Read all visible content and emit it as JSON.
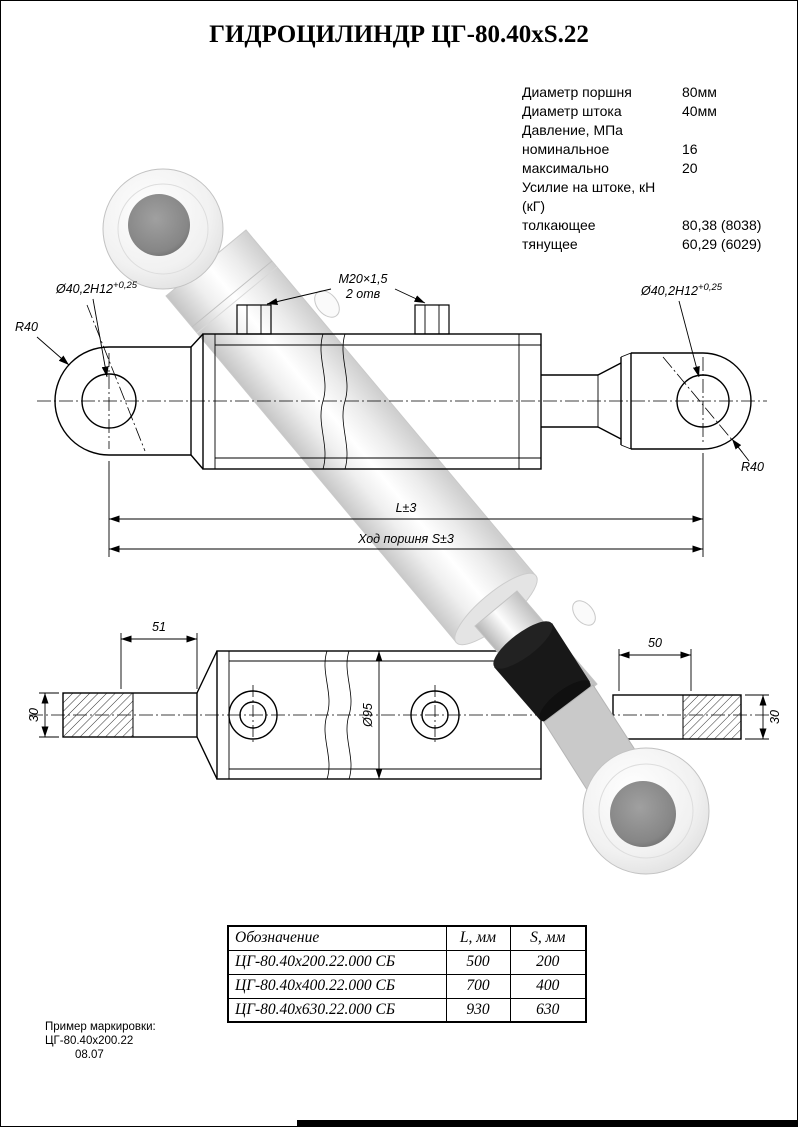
{
  "page": {
    "title": "ГИДРОЦИЛИНДР ЦГ-80.40xS.22"
  },
  "specs": [
    {
      "label": "Диаметр поршня",
      "value": "80мм"
    },
    {
      "label": "Диаметр штока",
      "value": "40мм"
    },
    {
      "label": "Давление, МПа",
      "value": ""
    },
    {
      "label": "номинальное",
      "value": "16"
    },
    {
      "label": "максимально",
      "value": "20"
    },
    {
      "label": "Усилие на штоке, кН (кГ)",
      "value": ""
    },
    {
      "label": "толкающее",
      "value": "80,38 (8038)"
    },
    {
      "label": "тянущее",
      "value": "60,29 (6029)"
    }
  ],
  "drawing": {
    "dia_left": "Ø40,2H12",
    "dia_left_tol": "+0,25",
    "dia_right": "Ø40,2H12",
    "dia_right_tol": "+0,25",
    "r_left": "R40",
    "r_right": "R40",
    "thread": "M20×1,5",
    "thread_note": "2 отв",
    "dim_length": "L±3",
    "dim_stroke": "Ход поршня S±3",
    "dim_51": "51",
    "dim_50": "50",
    "dim_30_left": "30",
    "dim_30_right": "30",
    "dim_dia95": "Ø95"
  },
  "table": {
    "headers": [
      "Обозначение",
      "L, мм",
      "S, мм"
    ],
    "rows": [
      {
        "name": "ЦГ-80.40х200.22.000 СБ",
        "L": "500",
        "S": "200"
      },
      {
        "name": "ЦГ-80.40х400.22.000 СБ",
        "L": "700",
        "S": "400"
      },
      {
        "name": "ЦГ-80.40х630.22.000 СБ",
        "L": "930",
        "S": "630"
      }
    ]
  },
  "footer": {
    "marking_label": "Пример маркировки:",
    "marking_value": "ЦГ-80.40х200.22",
    "marking_date": "08.07"
  }
}
